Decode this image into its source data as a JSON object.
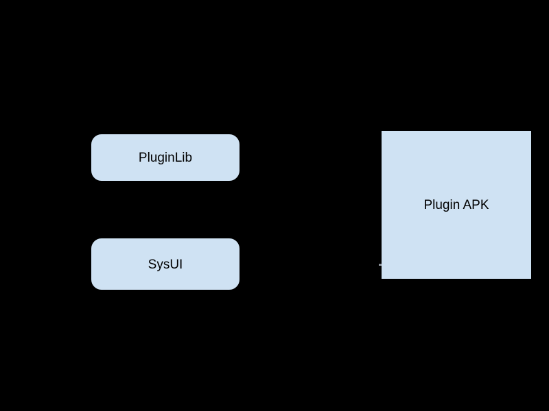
{
  "diagram": {
    "background_color": "#000000",
    "node_fill_color": "#cfe2f3",
    "node_border_color": "#000000",
    "label_color": "#000000",
    "artifact_color": "#8d939b",
    "nodes": [
      {
        "id": "pluginlib",
        "label": "PluginLib",
        "shape": "rounded-rectangle"
      },
      {
        "id": "sysui",
        "label": "SysUI",
        "shape": "rounded-rectangle"
      },
      {
        "id": "plugin-apk",
        "label": "Plugin APK",
        "shape": "rectangle"
      }
    ]
  }
}
